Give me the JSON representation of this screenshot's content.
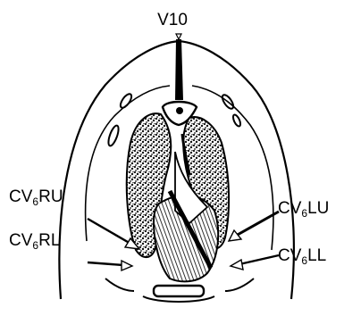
{
  "labels": {
    "top": "V10",
    "right_upper": {
      "main": "CV",
      "sub": "6",
      "tail": "RU"
    },
    "right_lower": {
      "main": "CV",
      "sub": "6",
      "tail": "RL"
    },
    "left_upper": {
      "main": "CV",
      "sub": "6",
      "tail": "LU"
    },
    "left_lower": {
      "main": "CV",
      "sub": "6",
      "tail": "LL"
    }
  },
  "colors": {
    "ink": "#000000",
    "background": "#ffffff",
    "stipple": "#1a1a1a"
  }
}
